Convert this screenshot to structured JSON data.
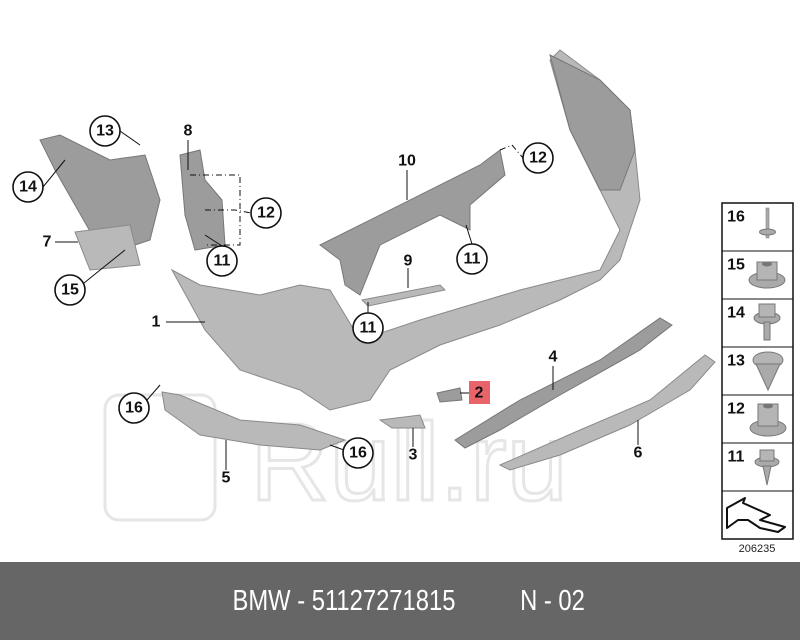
{
  "diagram": {
    "callouts_circled": [
      "13",
      "14",
      "15",
      "11",
      "12",
      "11",
      "12",
      "11",
      "11",
      "16",
      "16"
    ],
    "callouts_plain": [
      "7",
      "8",
      "10",
      "9",
      "1",
      "3",
      "4",
      "5",
      "6"
    ],
    "highlighted_callout": "2",
    "highlight_color": "#e8646a",
    "watermark": "Rull.ru",
    "legend": {
      "items": [
        {
          "number": "16",
          "icon": "rivet-icon"
        },
        {
          "number": "15",
          "icon": "flange-nut-icon"
        },
        {
          "number": "14",
          "icon": "hex-screw-icon"
        },
        {
          "number": "13",
          "icon": "clip-nut-icon"
        },
        {
          "number": "12",
          "icon": "collar-nut-icon"
        },
        {
          "number": "11",
          "icon": "hex-bolt-icon"
        }
      ],
      "arrow_icon": "direction-arrow-icon",
      "diagram_number": "206235"
    }
  },
  "footer": {
    "text": "BMW - 51127271815",
    "position": "N - 02"
  }
}
